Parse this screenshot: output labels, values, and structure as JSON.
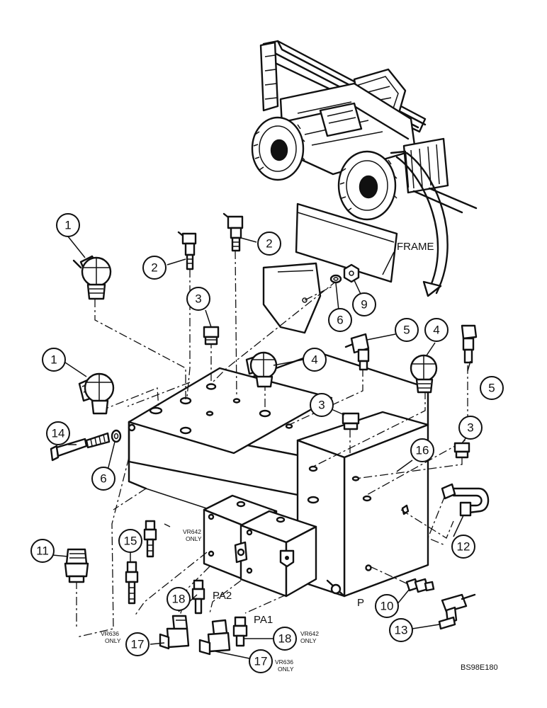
{
  "labels": {
    "frame": "FRAME",
    "pa1": "PA1",
    "pa2": "PA2",
    "p": "P",
    "vr642_a_line1": "VR642",
    "vr642_a_line2": "ONLY",
    "vr642_b_line1": "VR642",
    "vr642_b_line2": "ONLY",
    "vr636_a_line1": "VR636",
    "vr636_a_line2": "ONLY",
    "vr636_b_line1": "VR636",
    "vr636_b_line2": "ONLY",
    "drawing_ref": "BS98E180"
  },
  "callouts": [
    {
      "id": "c1a",
      "num": "1"
    },
    {
      "id": "c1b",
      "num": "1"
    },
    {
      "id": "c2a",
      "num": "2"
    },
    {
      "id": "c2b",
      "num": "2"
    },
    {
      "id": "c3a",
      "num": "3"
    },
    {
      "id": "c3b",
      "num": "3"
    },
    {
      "id": "c3c",
      "num": "3"
    },
    {
      "id": "c4a",
      "num": "4"
    },
    {
      "id": "c4b",
      "num": "4"
    },
    {
      "id": "c5a",
      "num": "5"
    },
    {
      "id": "c5b",
      "num": "5"
    },
    {
      "id": "c6a",
      "num": "6"
    },
    {
      "id": "c6b",
      "num": "6"
    },
    {
      "id": "c9",
      "num": "9"
    },
    {
      "id": "c10",
      "num": "10"
    },
    {
      "id": "c11",
      "num": "11"
    },
    {
      "id": "c12",
      "num": "12"
    },
    {
      "id": "c13",
      "num": "13"
    },
    {
      "id": "c14",
      "num": "14"
    },
    {
      "id": "c15",
      "num": "15"
    },
    {
      "id": "c16",
      "num": "16"
    },
    {
      "id": "c17a",
      "num": "17"
    },
    {
      "id": "c17b",
      "num": "17"
    },
    {
      "id": "c18a",
      "num": "18"
    },
    {
      "id": "c18b",
      "num": "18"
    }
  ]
}
